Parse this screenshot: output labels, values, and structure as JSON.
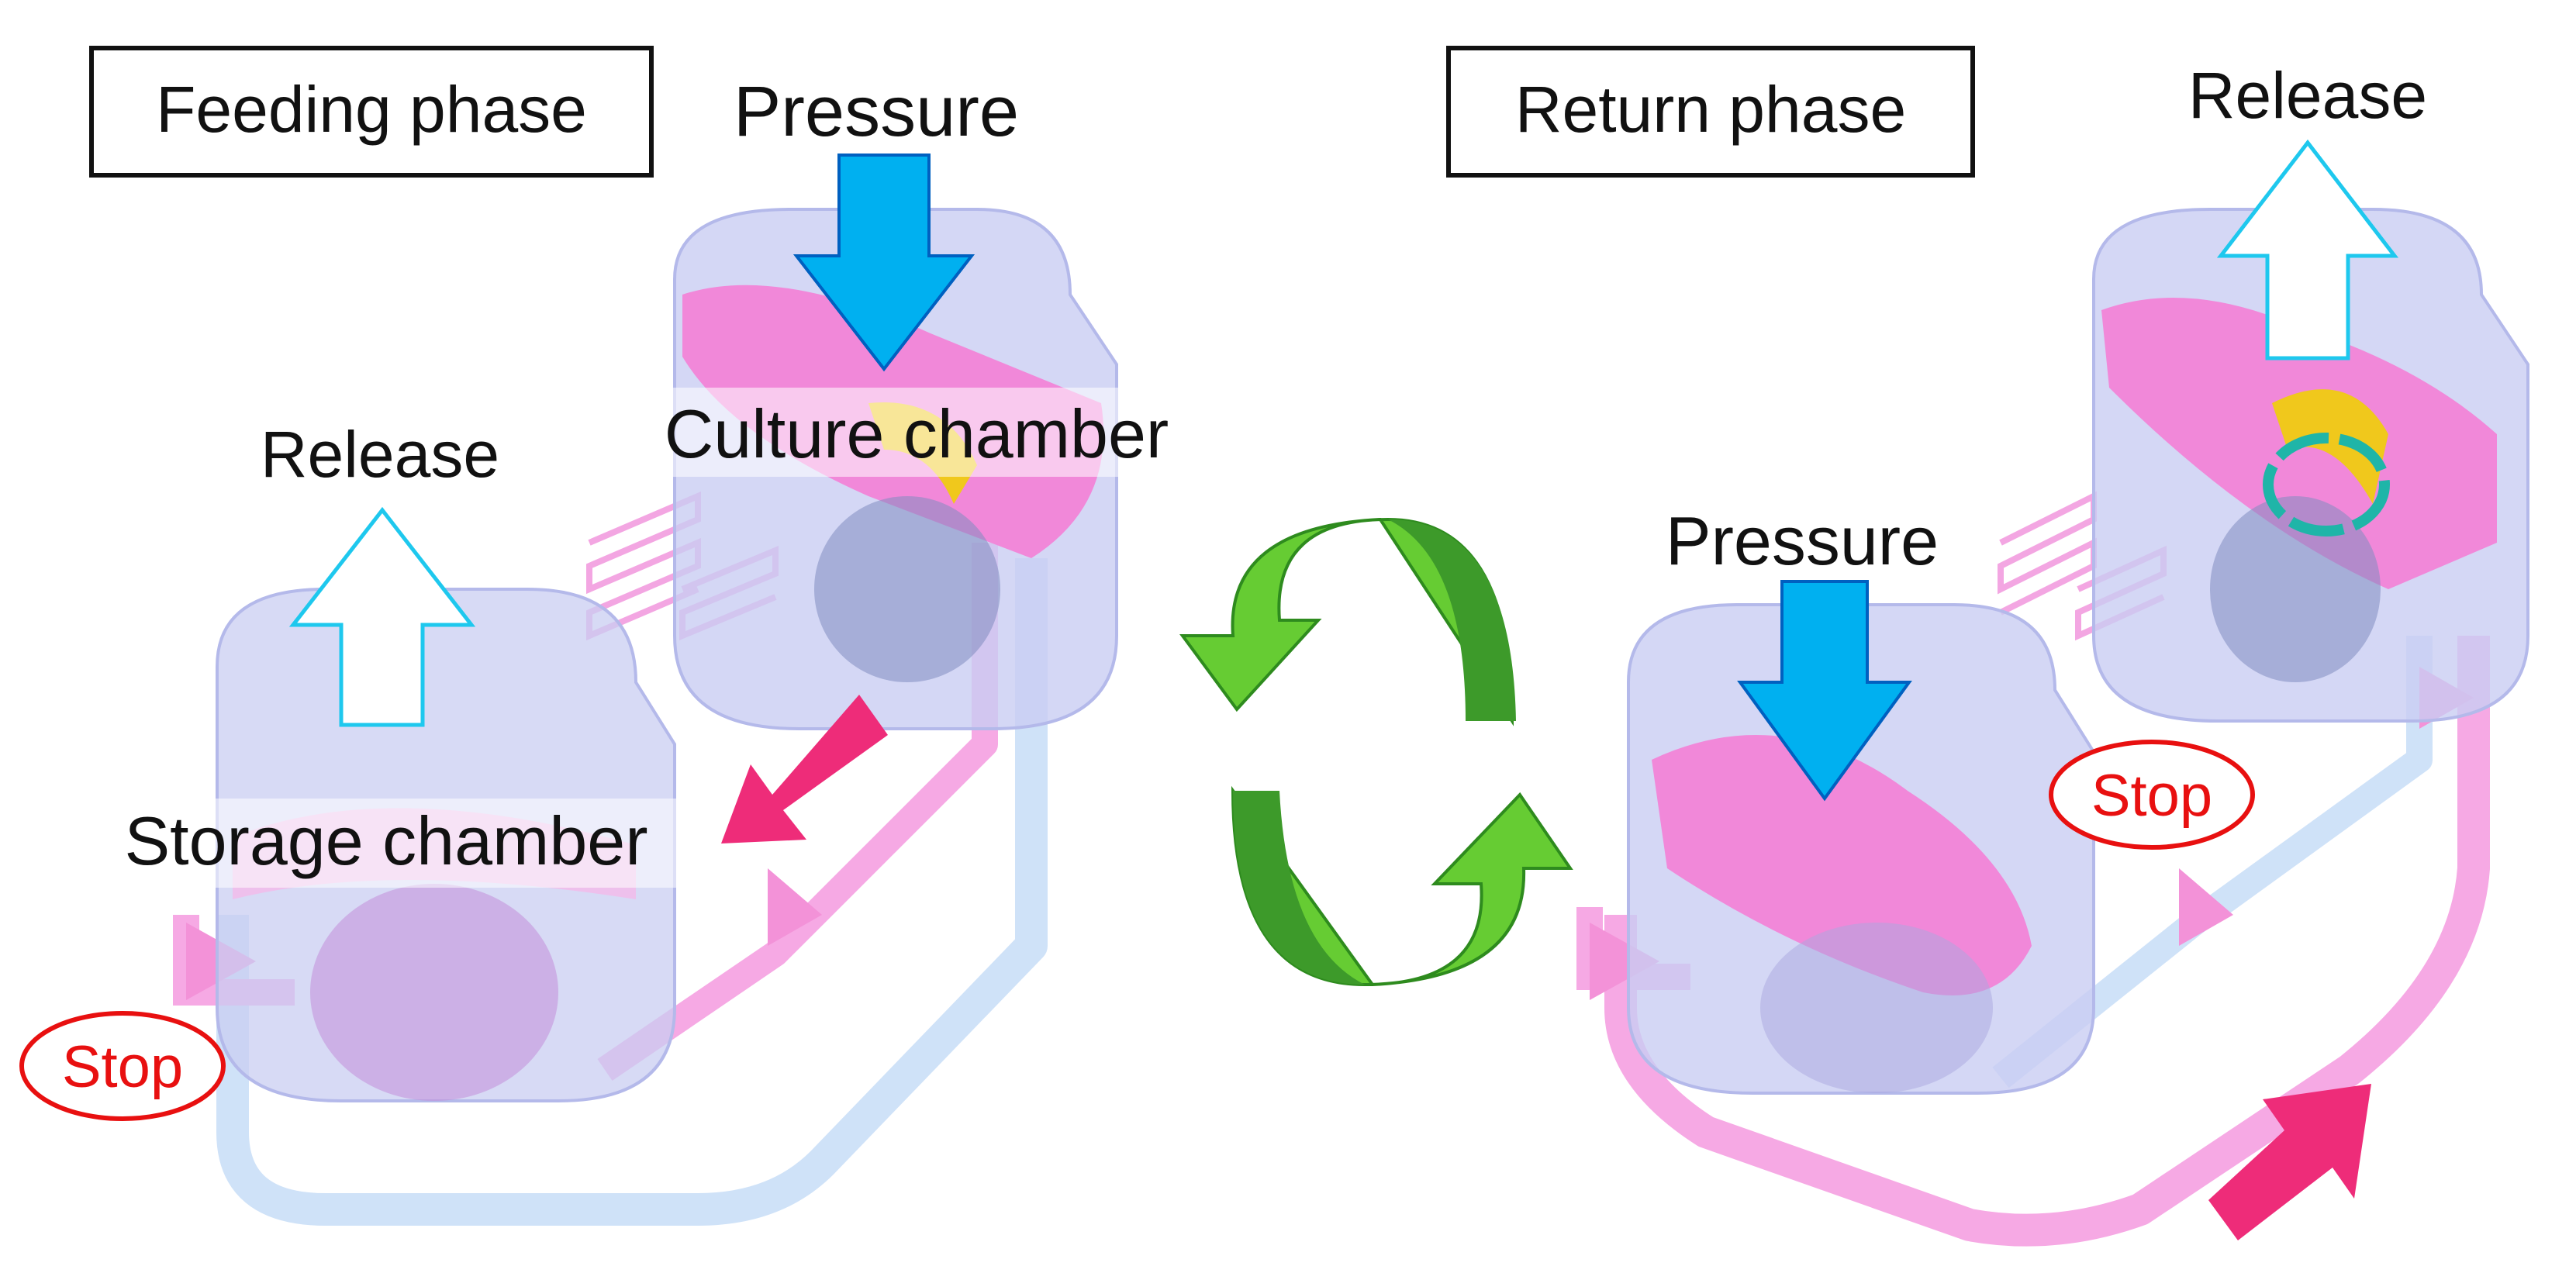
{
  "phases": {
    "feeding": {
      "title": "Feeding phase",
      "pressure_label": "Pressure",
      "release_label": "Release",
      "culture_label": "Culture chamber",
      "storage_label": "Storage chamber",
      "stop_label": "Stop"
    },
    "return": {
      "title": "Return phase",
      "pressure_label": "Pressure",
      "release_label": "Release",
      "stop_label": "Stop"
    }
  },
  "colors": {
    "chamber": "#c9cdf2",
    "medium": "#f47fd6",
    "channel": "#f6a9e4",
    "pressure_arrow": "#00b0f0",
    "flow_arrow": "#ee2c79",
    "cycle_arrow": "#66cc33",
    "stop": "#e81010",
    "scaffold": "#f0c81c",
    "ring": "#1fb5a8"
  },
  "icons": {
    "pressure": "down-arrow-icon",
    "release": "up-arrow-icon",
    "flow": "flow-arrow-icon",
    "cycle": "cycle-arrows-icon"
  }
}
